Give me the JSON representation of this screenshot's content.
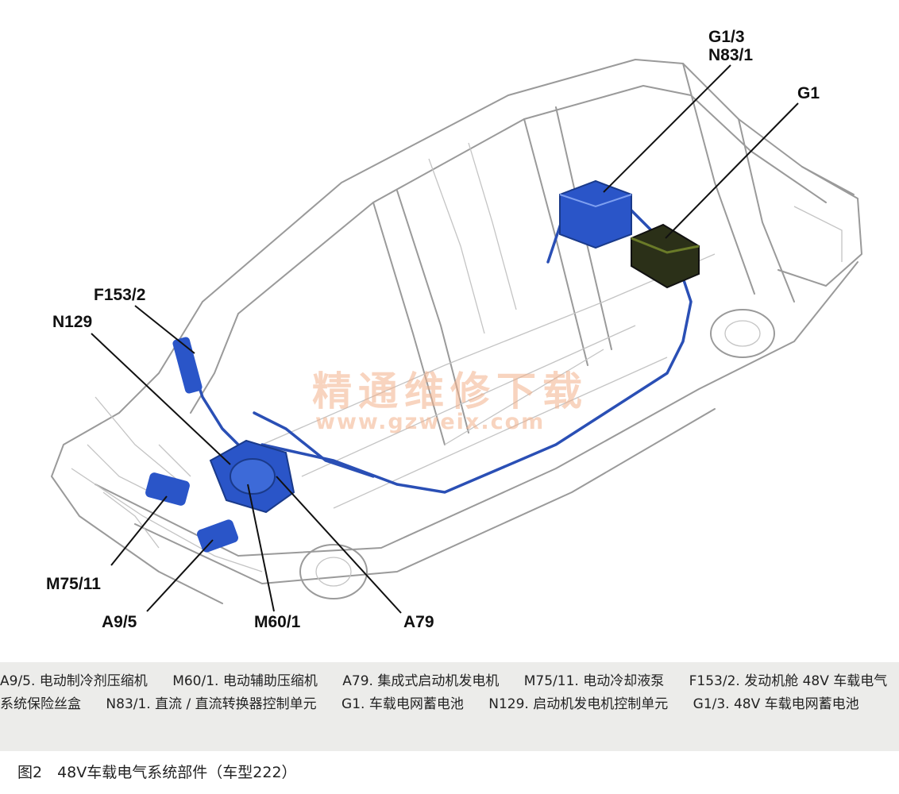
{
  "callouts": {
    "g13": "G1/3",
    "n831": "N83/1",
    "g1": "G1",
    "f1532": "F153/2",
    "n129": "N129",
    "m7511": "M75/11",
    "a95": "A9/5",
    "m601": "M60/1",
    "a79": "A79"
  },
  "watermark": {
    "cn": "精通维修下载",
    "url": "www.gzweix.com"
  },
  "legend": {
    "items": [
      "A9/5. 电动制冷剂压缩机",
      "M60/1. 电动辅助压缩机",
      "A79. 集成式启动机发电机",
      "M75/11. 电动冷却液泵",
      "F153/2. 发动机舱 48V 车载电气系统保险丝盒",
      "N83/1. 直流 / 直流转换器控制单元",
      "G1. 车载电网蓄电池",
      "N129. 启动机发电机控制单元",
      "G1/3. 48V 车载电网蓄电池"
    ]
  },
  "caption": "图2　48V车载电气系统部件（车型222）",
  "colors": {
    "component_blue": "#2a55c8",
    "battery_dark": "#2b3018",
    "battery_olive": "#6a7a28",
    "legend_bg": "#ececea",
    "watermark": "#f2b08a"
  }
}
